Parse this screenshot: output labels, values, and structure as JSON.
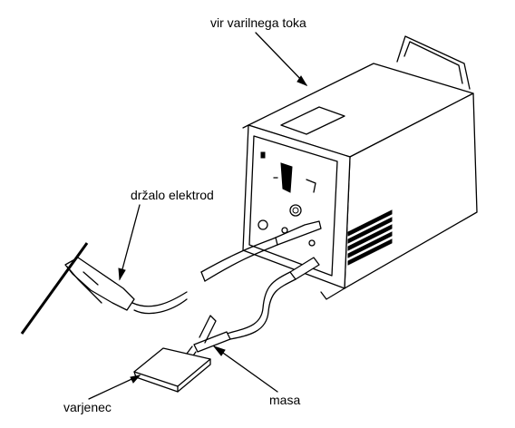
{
  "labels": {
    "power_source": "vir varilnega toka",
    "electrode_holder": "držalo elektrod",
    "workpiece": "varjenec",
    "ground_clamp": "masa"
  }
}
